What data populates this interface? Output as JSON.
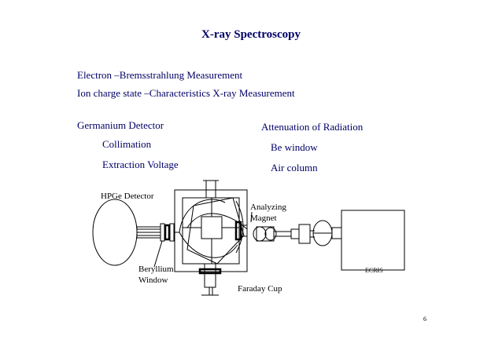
{
  "slide": {
    "title": "X-ray Spectroscopy",
    "lines": [
      "Electron –Bremsstrahlung Measurement",
      "Ion charge state –Characteristics X-ray Measurement"
    ],
    "left_column": {
      "heading": "Germanium Detector",
      "items": [
        "Collimation",
        "Extraction Voltage"
      ]
    },
    "right_column": {
      "heading": "Attenuation of Radiation",
      "items": [
        "Be window",
        "Air column"
      ]
    },
    "page_number": "6"
  },
  "diagram": {
    "labels": {
      "detector": "HPGe Detector",
      "magnet_line1": "Analyzing",
      "magnet_line2": "Magnet",
      "window_line1": "Beryllium",
      "window_line2": "Window",
      "faraday": "Faraday Cup",
      "source": "ECRIS"
    }
  }
}
